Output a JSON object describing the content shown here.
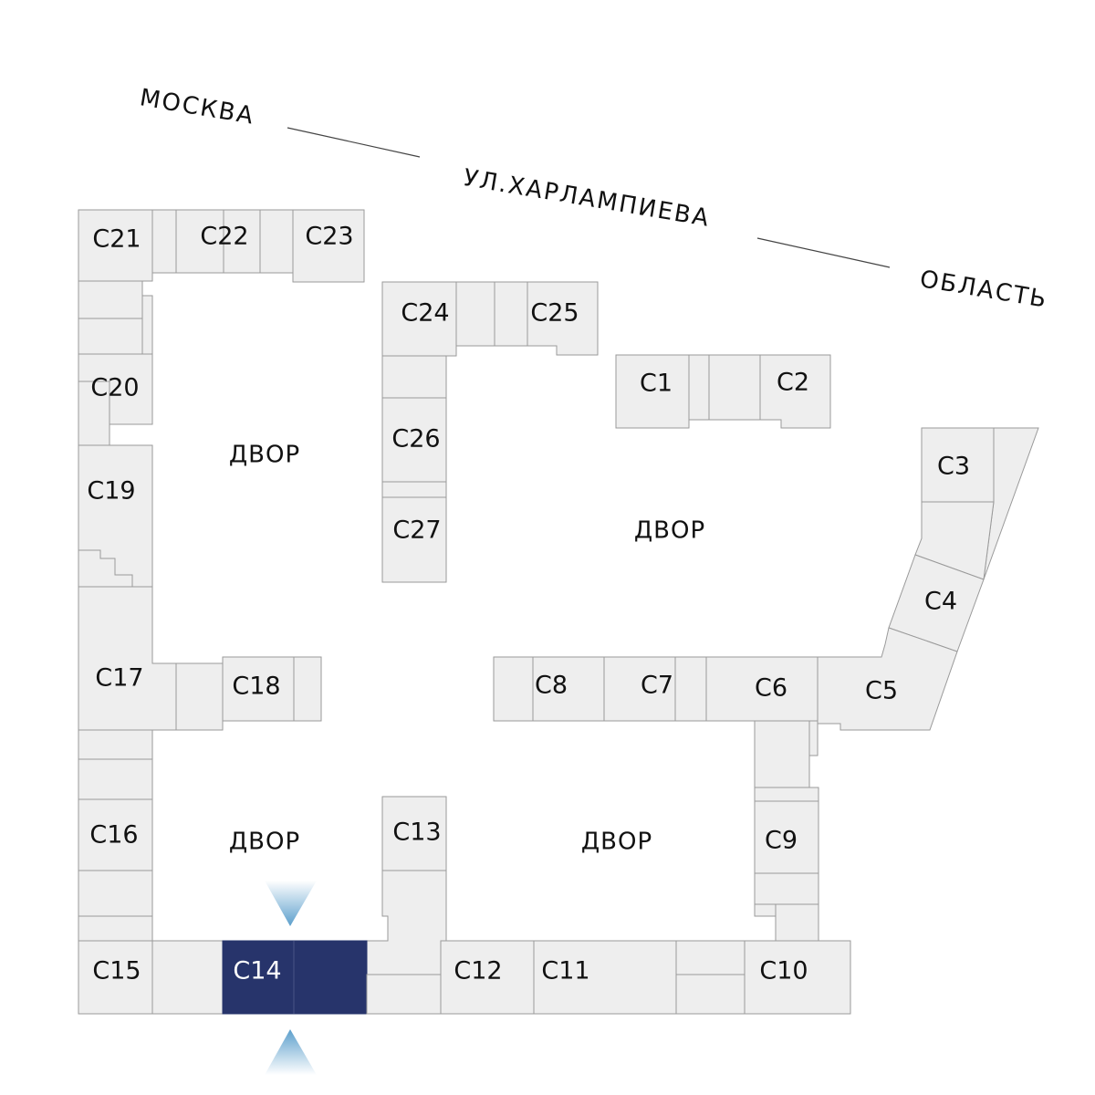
{
  "street": {
    "city": "МОСКВА",
    "street_name": "УЛ.ХАРЛАМПИЕВА",
    "region": "ОБЛАСТЬ"
  },
  "yards": [
    "ДВОР",
    "ДВОР",
    "ДВОР",
    "ДВОР"
  ],
  "selected_unit": "С14",
  "units": {
    "c1": "С1",
    "c2": "С2",
    "c3": "С3",
    "c4": "С4",
    "c5": "С5",
    "c6": "С6",
    "c7": "С7",
    "c8": "С8",
    "c9": "С9",
    "c10": "С10",
    "c11": "С11",
    "c12": "С12",
    "c13": "С13",
    "c14": "С14",
    "c15": "С15",
    "c16": "С16",
    "c17": "С17",
    "c18": "С18",
    "c19": "С19",
    "c20": "С20",
    "c21": "С21",
    "c22": "С22",
    "c23": "С23",
    "c24": "С24",
    "c25": "С25",
    "c26": "С26",
    "c27": "С27"
  },
  "colors": {
    "block_fill": "#eeeeee",
    "block_stroke": "#9a9a9a",
    "selected_fill": "#27346b",
    "arrow": "#6aa9d1"
  }
}
